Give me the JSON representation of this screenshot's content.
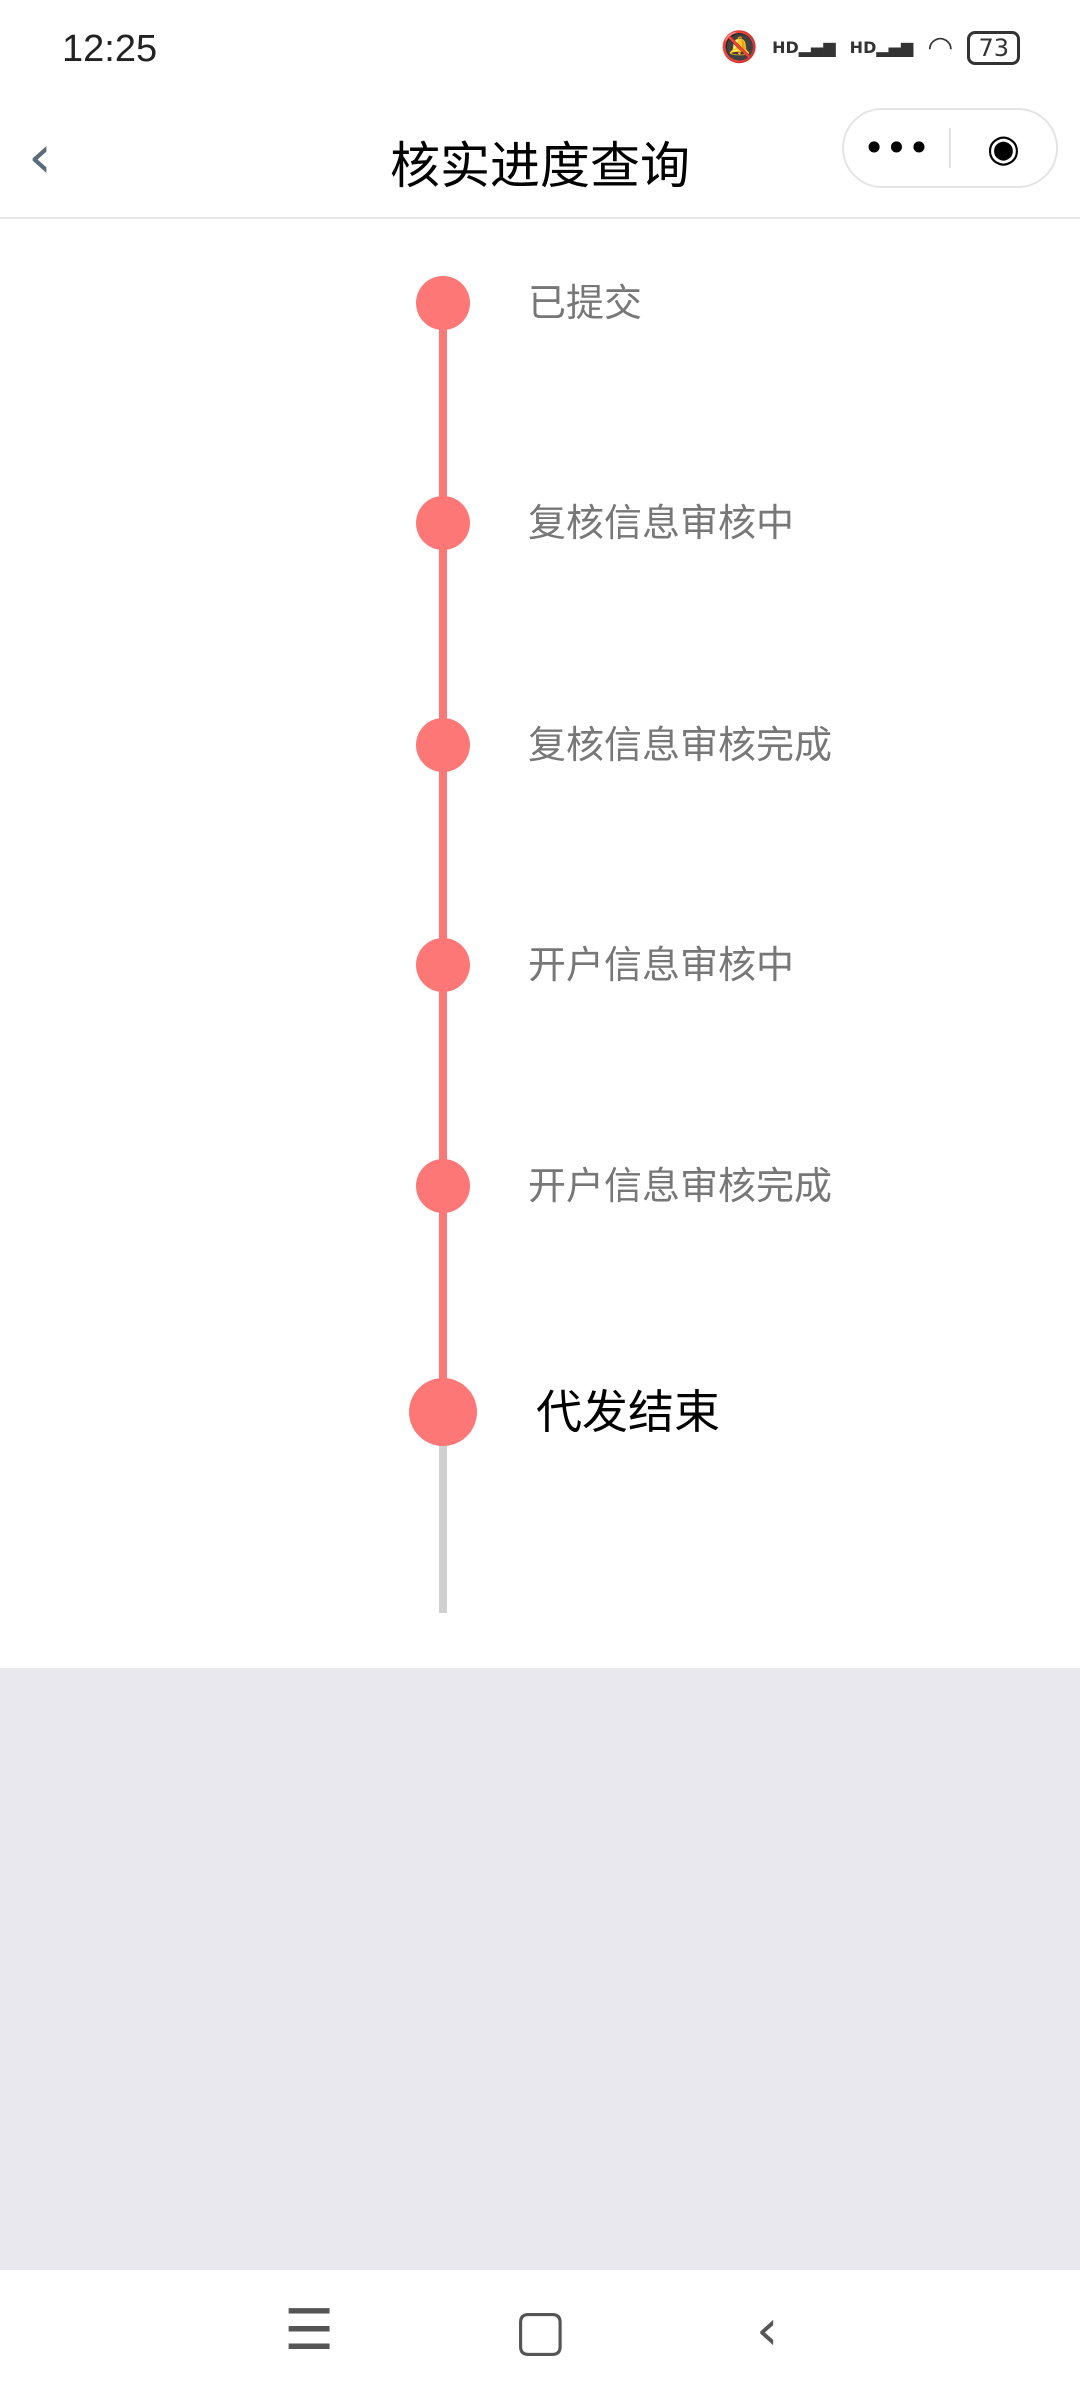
{
  "status_bar": {
    "time": "12:25",
    "battery": "73",
    "hd1": "HD",
    "hd2": "HD"
  },
  "header": {
    "title": "核实进度查询",
    "more": "•••",
    "close": "◉"
  },
  "timeline": {
    "accent_color": "#fd7777",
    "steps": [
      {
        "label": "已提交",
        "state": "done"
      },
      {
        "label": "复核信息审核中",
        "state": "done"
      },
      {
        "label": "复核信息审核完成",
        "state": "done"
      },
      {
        "label": "开户信息审核中",
        "state": "done"
      },
      {
        "label": "开户信息审核完成",
        "state": "done"
      },
      {
        "label": "代发结束",
        "state": "current"
      }
    ]
  },
  "navbar": {
    "menu": "☰",
    "home": "▢",
    "back": "‹"
  }
}
